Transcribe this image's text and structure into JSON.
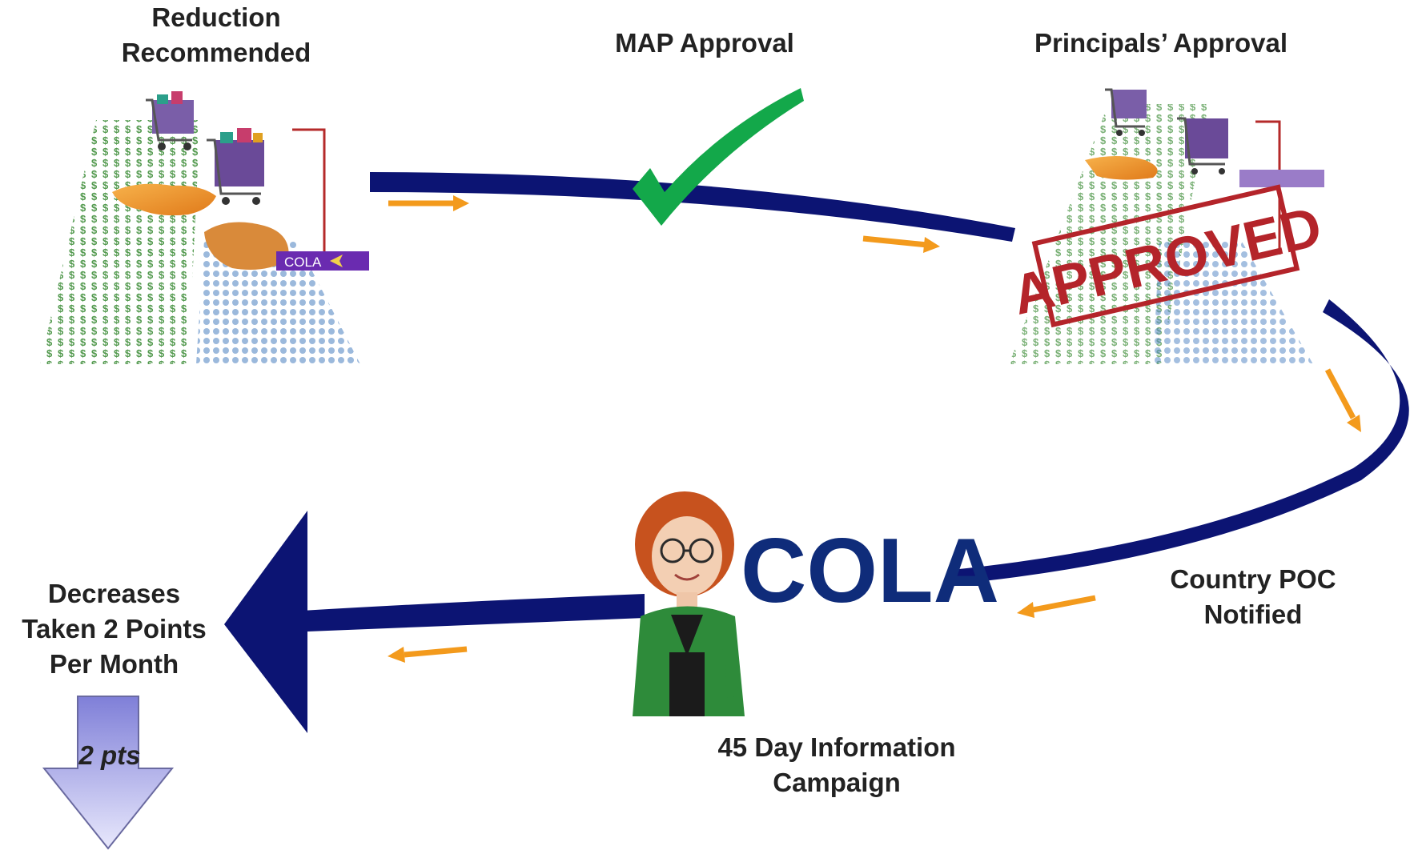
{
  "steps": {
    "reduction": [
      "Reduction",
      "Recommended"
    ],
    "map_approval": "MAP Approval",
    "principals_approval": "Principals’ Approval",
    "country_poc": [
      "Country POC",
      "Notified"
    ],
    "campaign": [
      "45 Day Information",
      "Campaign"
    ],
    "decreases": [
      "Decreases",
      "Taken 2 Points",
      "Per Month"
    ]
  },
  "decrease_amount": "2 pts",
  "cola_logo": "COLA",
  "cola_tag": "COLA",
  "approved_stamp": "APPROVED",
  "colors": {
    "arc": "#0c1473",
    "flow_arrow": "#f39a1c",
    "check": "#13a84a",
    "stamp": "#b4242a",
    "cola_tag": "#6a2bb0",
    "dollar": "#3f8e3a",
    "euro": "#4a7fc0",
    "down_arrow_top": "#7f7fd8",
    "down_arrow_bottom": "#e4e4fb"
  }
}
